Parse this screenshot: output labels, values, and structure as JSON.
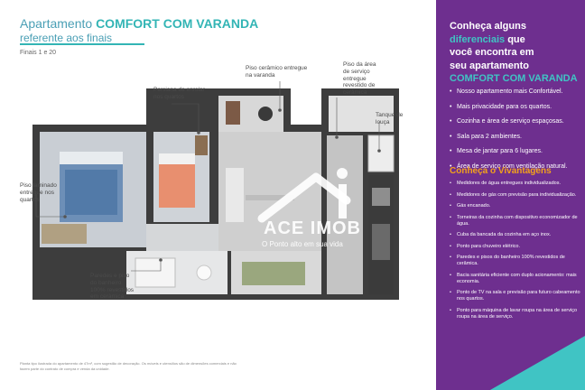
{
  "header": {
    "title_prefix": "Apartamento",
    "title_strong": "COMFORT COM VARANDA",
    "subtitle": "referente aos finais",
    "finals": "Finais 1 e 20"
  },
  "callouts": {
    "piso_ceramico_varanda": [
      "Piso cerâmico entregue",
      "na varanda"
    ],
    "piso_area_servico": [
      "Piso da área",
      "de serviço",
      "entregue",
      "revestido de",
      "cerâmica"
    ],
    "persiana": [
      "Persiana de enrolar",
      "nos quartos"
    ],
    "tanque": [
      "Tanque de",
      "louça"
    ],
    "piso_laminado": [
      "Piso laminado",
      "entregue nos",
      "quartos"
    ],
    "paredes_banheiro": [
      "Paredes e piso",
      "do banheiro",
      "100% revestidos",
      "em cerâmica"
    ]
  },
  "watermark": {
    "brand": "ACE IMOB",
    "tagline": "O Ponto alto em sua vida"
  },
  "footnote": "Planta tipo ilustrada do apartamento de 47m², com sugestão de decoração. Os móveis e utensílios são de dimensões comerciais e não fazem parte do contrato de compra e venda da unidade.",
  "panel": {
    "heading_line1": "Conheça alguns",
    "heading_accent": "diferenciais",
    "heading_line2_rest": " que",
    "heading_line3": "você encontra em",
    "heading_line4": "seu apartamento",
    "heading_accent2": "COMFORT COM VARANDA",
    "features": [
      "Nosso apartamento mais Confortável.",
      "Mais privacidade para os quartos.",
      "Cozinha e área de serviço espaçosas.",
      "Sala para 2 ambientes.",
      "Mesa de jantar para 6 lugares.",
      "Área de serviço com ventilação natural."
    ],
    "vivantagens_title": "Conheça o Vivantagens",
    "vivantagens": [
      "Medidores de água entregues individualizados.",
      "Medidores de gás com previsão para individualização.",
      "Gás encanado.",
      "Torneiras da cozinha com dispositivo economizador de água.",
      "Cuba da bancada da cozinha em aço inox.",
      "Ponto para chuveiro elétrico.",
      "Paredes e pisos do banheiro 100% revestidos de cerâmica.",
      "Bacia sanitária eficiente com duplo acionamento: mais economia.",
      "Ponto de TV na sala e previsão para futuro cabeamento nos quartos.",
      "Ponto para máquina de lavar roupa na área de serviço roupa na área de serviço."
    ]
  },
  "colors": {
    "teal": "#33b5b5",
    "purple": "#6e2f8f",
    "orange": "#f3a21b"
  }
}
